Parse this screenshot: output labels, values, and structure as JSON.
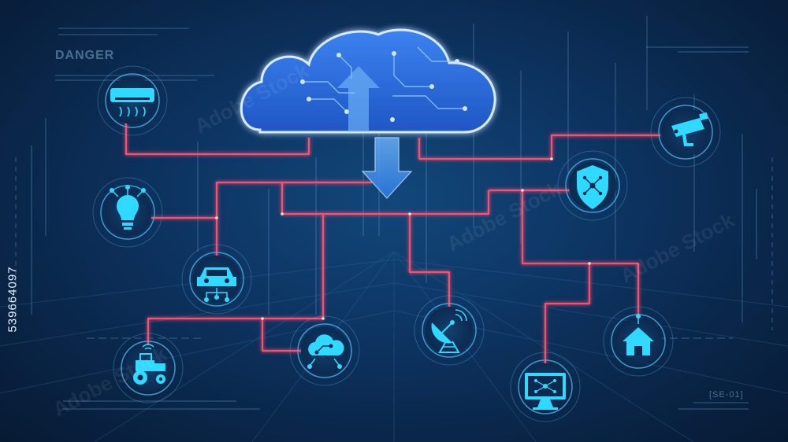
{
  "hud": {
    "danger_label": "DANGER",
    "serial_label": "[SE-01]"
  },
  "side_id": "539664097",
  "watermark": "Adobe Stock",
  "colors": {
    "link": "#ff4d6d",
    "icon": "#2fd9ff",
    "cloud": "#2f6fe0",
    "ring": "#4fb3e8"
  },
  "nodes": [
    {
      "name": "air-conditioner-icon",
      "icon": "air-conditioner"
    },
    {
      "name": "smart-bulb-icon",
      "icon": "light-bulb"
    },
    {
      "name": "connected-car-icon",
      "icon": "car"
    },
    {
      "name": "smart-tractor-icon",
      "icon": "tractor"
    },
    {
      "name": "cloud-network-icon",
      "icon": "cloud"
    },
    {
      "name": "satellite-dish-icon",
      "icon": "satellite-dish"
    },
    {
      "name": "computer-monitor-icon",
      "icon": "monitor"
    },
    {
      "name": "smart-home-icon",
      "icon": "home"
    },
    {
      "name": "security-shield-icon",
      "icon": "shield"
    },
    {
      "name": "security-camera-icon",
      "icon": "cctv-camera"
    }
  ]
}
